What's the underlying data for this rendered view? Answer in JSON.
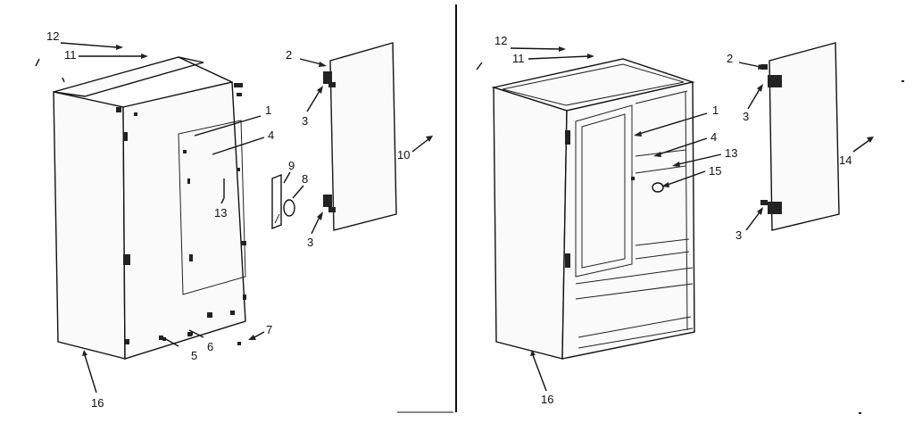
{
  "labels": {
    "left": {
      "l12": "12",
      "l11": "11",
      "l2": "2",
      "l3a": "3",
      "l3b": "3",
      "l1": "1",
      "l4": "4",
      "l9": "9",
      "l8": "8",
      "l13": "13",
      "l10": "10",
      "l5": "5",
      "l6": "6",
      "l7": "7",
      "l16": "16"
    },
    "right": {
      "l12": "12",
      "l11": "11",
      "l1": "1",
      "l4": "4",
      "l13": "13",
      "l15": "15",
      "l16": "16",
      "l2": "2",
      "l3a": "3",
      "l3b": "3",
      "l14": "14"
    }
  }
}
